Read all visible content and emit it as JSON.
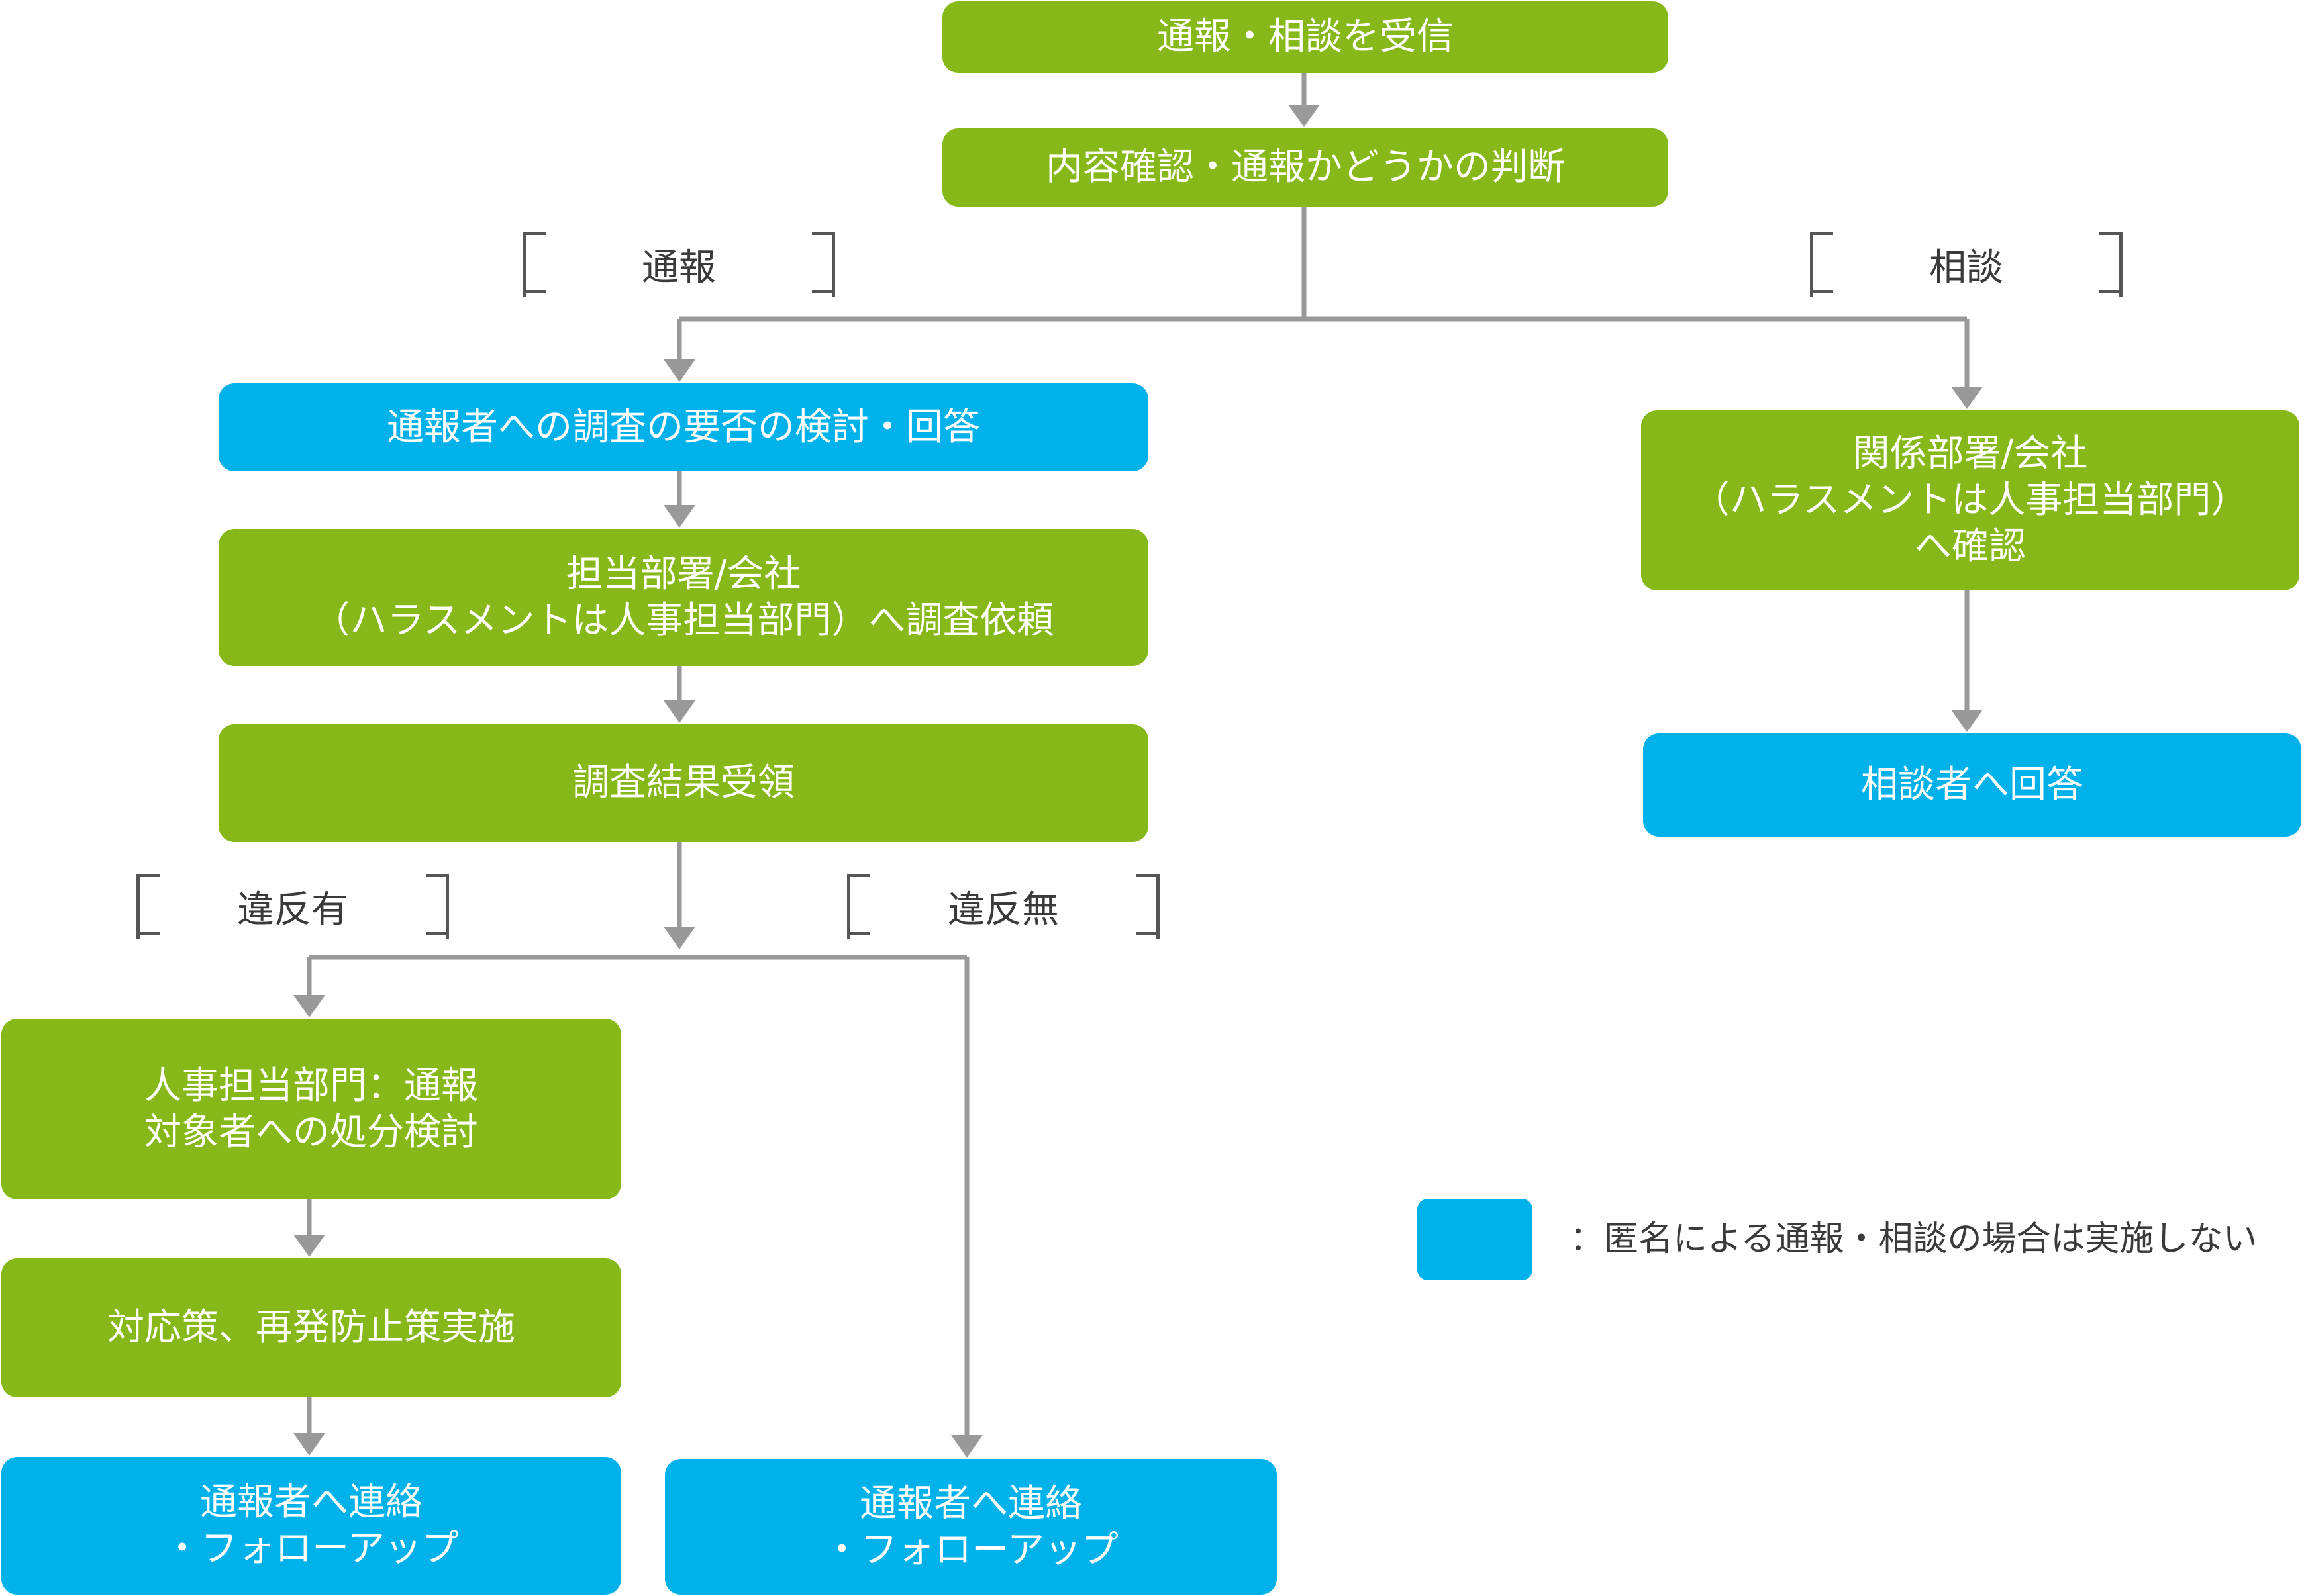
{
  "colors": {
    "green": "#86b81a",
    "blue": "#00b1ea",
    "arrow": "#999999",
    "bracket": "#555555",
    "text_dark": "#3a3a3a"
  },
  "nodes": {
    "receive": "通報・相談を受信",
    "judge": "内容確認・通報かどうかの判断",
    "review_investigation": "通報者への調査の要否の検討・回答",
    "request_investigation": "担当部署/会社\n（ハラスメントは人事担当部門）へ調査依頼",
    "receive_results": "調査結果受領",
    "hr_disciplinary": "人事担当部門：通報\n対象者への処分検討",
    "countermeasures": "対応策、再発防止策実施",
    "contact_followup_violation": "通報者へ連絡\n・フォローアップ",
    "contact_followup_no_violation": "通報者へ連絡\n・フォローアップ",
    "confirm_department": "関係部署/会社\n（ハラスメントは人事担当部門）\nへ確認",
    "answer_consulter": "相談者へ回答"
  },
  "branch_labels": {
    "report": "通報",
    "consultation": "相談",
    "violation": "違反有",
    "no_violation": "違反無"
  },
  "legend": {
    "text": "：匿名による通報・相談の場合は実施しない"
  }
}
